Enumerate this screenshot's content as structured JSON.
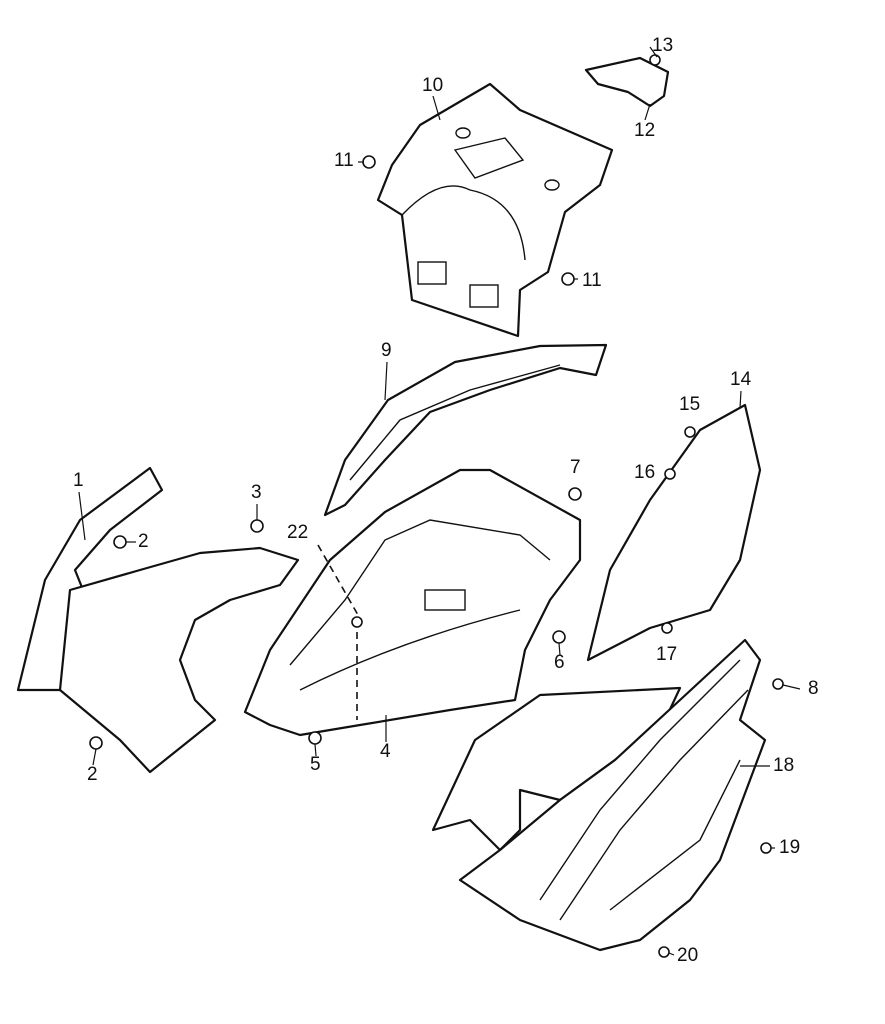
{
  "diagram": {
    "title": "Exploded parts diagram - rear body panels",
    "callouts": [
      {
        "id": "c13",
        "text": "13"
      },
      {
        "id": "c10",
        "text": "10"
      },
      {
        "id": "c12",
        "text": "12"
      },
      {
        "id": "c11a",
        "text": "11"
      },
      {
        "id": "c11b",
        "text": "11"
      },
      {
        "id": "c9",
        "text": "9"
      },
      {
        "id": "c14",
        "text": "14"
      },
      {
        "id": "c15",
        "text": "15"
      },
      {
        "id": "c7",
        "text": "7"
      },
      {
        "id": "c16",
        "text": "16"
      },
      {
        "id": "c1",
        "text": "1"
      },
      {
        "id": "c3",
        "text": "3"
      },
      {
        "id": "c22",
        "text": "22"
      },
      {
        "id": "c2a",
        "text": "2"
      },
      {
        "id": "c6",
        "text": "6"
      },
      {
        "id": "c17",
        "text": "17"
      },
      {
        "id": "c8",
        "text": "8"
      },
      {
        "id": "c5",
        "text": "5"
      },
      {
        "id": "c4",
        "text": "4"
      },
      {
        "id": "c2b",
        "text": "2"
      },
      {
        "id": "c18",
        "text": "18"
      },
      {
        "id": "c19",
        "text": "19"
      },
      {
        "id": "c20",
        "text": "20"
      }
    ]
  }
}
